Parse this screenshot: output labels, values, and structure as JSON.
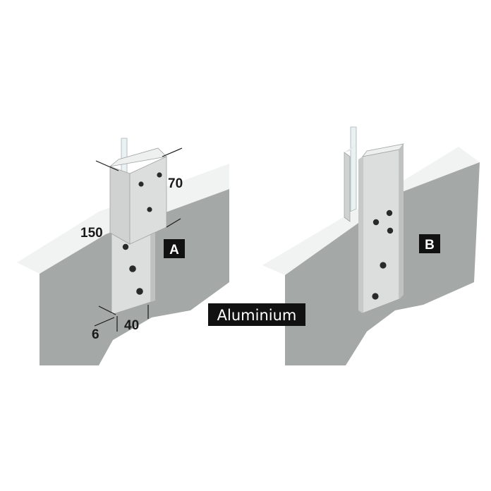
{
  "variants": {
    "a": {
      "label": "A"
    },
    "b": {
      "label": "B"
    }
  },
  "dimensions": {
    "width": "70",
    "height": "150",
    "thickness": "6",
    "depth": "40"
  },
  "material_label": "Aluminium",
  "colors": {
    "wall_front": "#a4a8a6",
    "wall_top": "#f1f2f2",
    "wall_side": "#c9cbca",
    "bracket_face": "#dcdedd",
    "bracket_side": "#bfc2c1",
    "glass": "#e9f1f2",
    "hole": "#2a2a2a",
    "label_bg": "#111111"
  }
}
